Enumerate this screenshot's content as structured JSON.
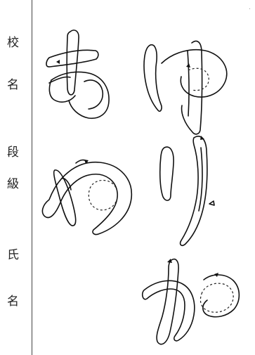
{
  "form": {
    "labels": {
      "school_name_1": "校",
      "school_name_2": "名",
      "grade_1": "段",
      "grade_2": "級",
      "person_name_1": "氏",
      "person_name_2": "名"
    }
  },
  "calligraphy": {
    "characters": [
      "あ",
      "ゆ",
      "め",
      "り",
      "か"
    ],
    "stroke_color": "#111111"
  }
}
